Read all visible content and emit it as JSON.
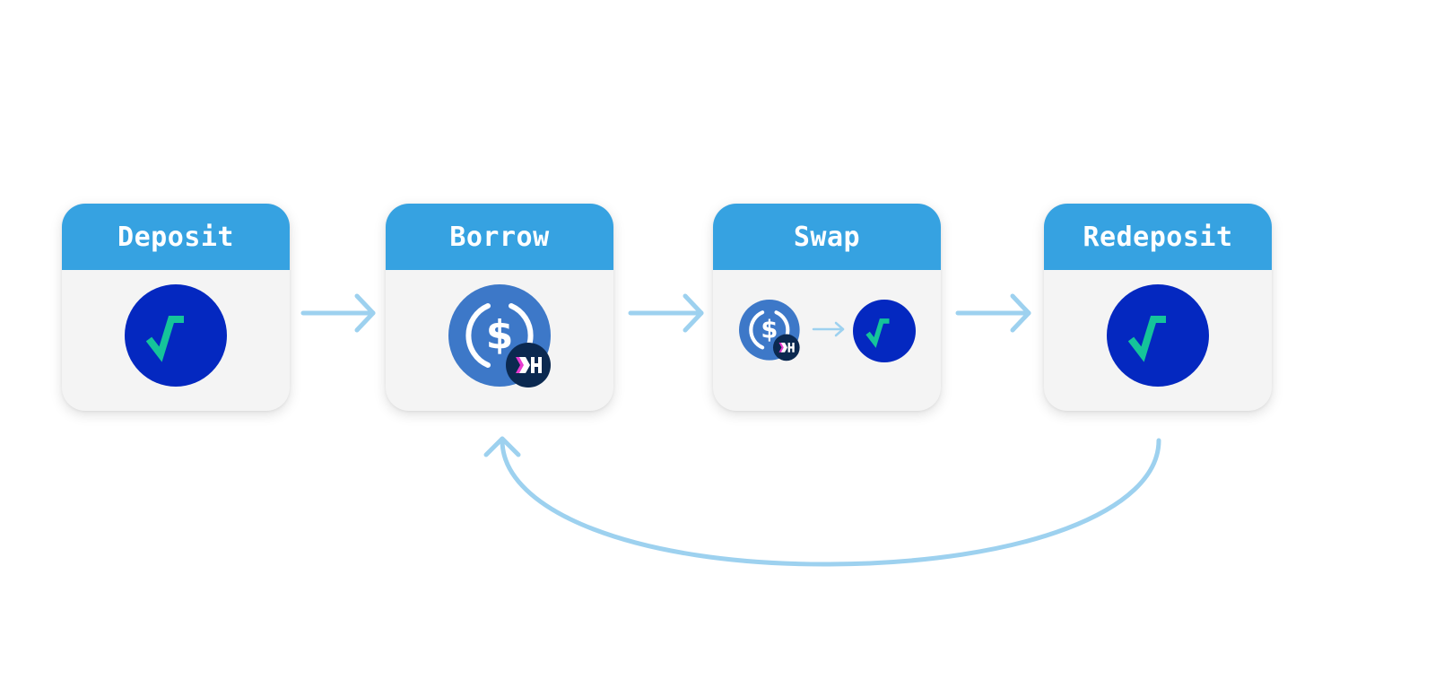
{
  "steps": [
    {
      "label": "Deposit"
    },
    {
      "label": "Borrow"
    },
    {
      "label": "Swap"
    },
    {
      "label": "Redeposit"
    }
  ],
  "icons": {
    "deposit": "sqrt-token-icon",
    "borrow": "usdc-hyperliquid-token-icon",
    "swap_from": "usdc-hyperliquid-token-icon",
    "swap_to": "sqrt-token-icon",
    "redeposit": "sqrt-token-icon"
  },
  "colors": {
    "header": "#36a2e1",
    "card_body": "#f4f4f4",
    "arrow": "#9dd1ef",
    "sqrt_token": "#0428c0",
    "sqrt_check": "#15c49a",
    "usdc": "#3d78c8",
    "hyperliquid_badge": "#0b2950",
    "hyperliquid_accent": "#e83bd0"
  }
}
